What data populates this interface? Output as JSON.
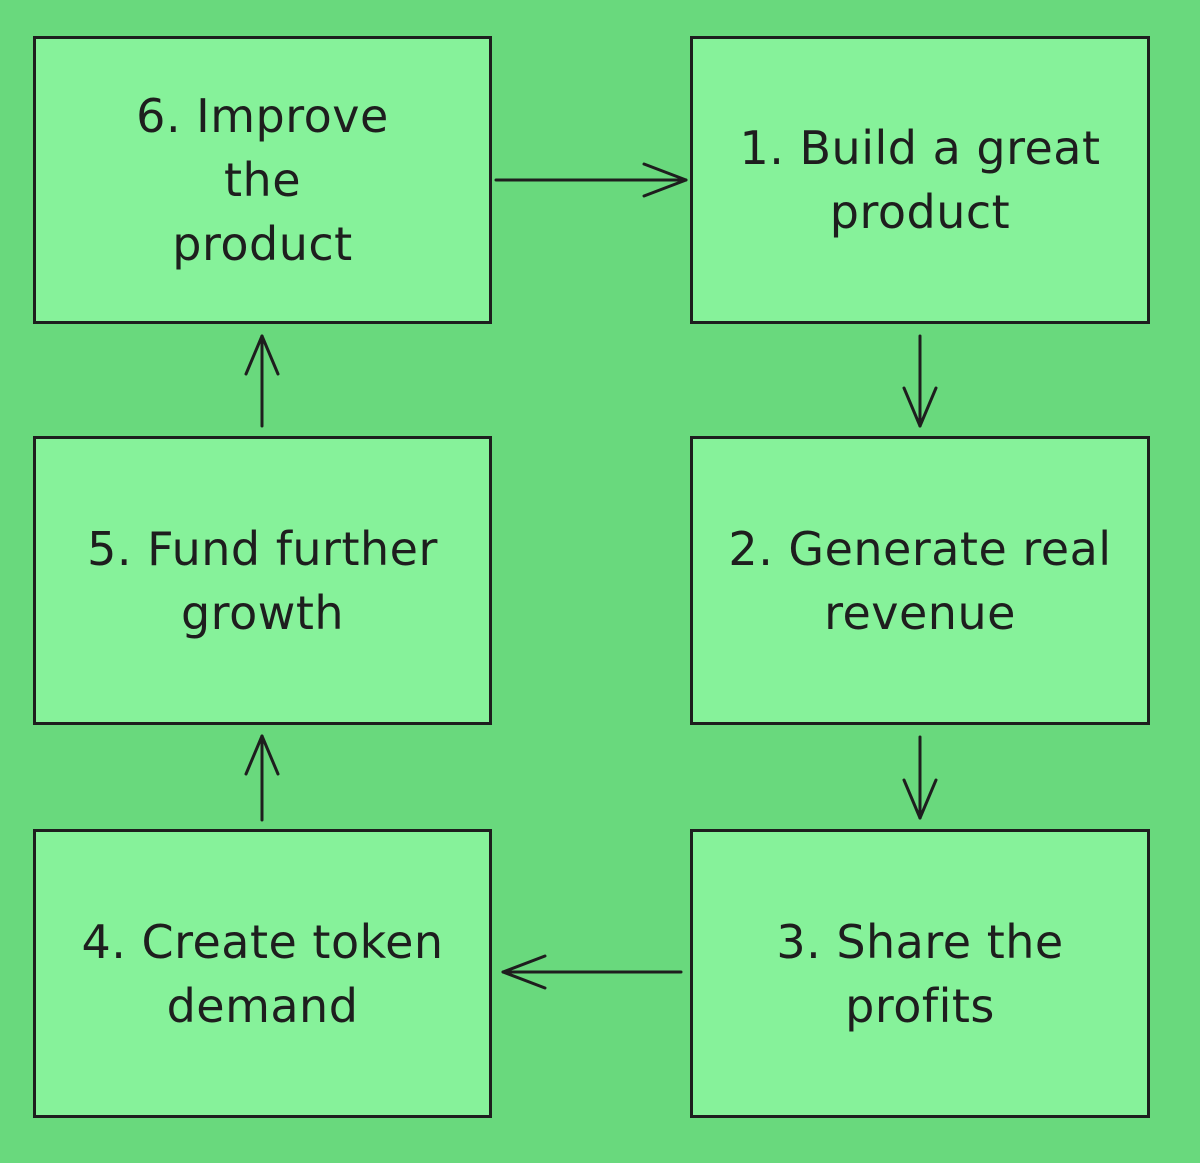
{
  "colors": {
    "background": "#69d97d",
    "box_fill": "#86f29a",
    "stroke": "#1e1e1e"
  },
  "steps": [
    {
      "id": "step-1",
      "label": "1. Build a great\nproduct"
    },
    {
      "id": "step-2",
      "label": "2. Generate real\nrevenue"
    },
    {
      "id": "step-3",
      "label": "3. Share the\nprofits"
    },
    {
      "id": "step-4",
      "label": "4. Create token\ndemand"
    },
    {
      "id": "step-5",
      "label": "5. Fund further\ngrowth"
    },
    {
      "id": "step-6",
      "label": "6. Improve\nthe\nproduct"
    }
  ],
  "edges": [
    {
      "from": "step-6",
      "to": "step-1"
    },
    {
      "from": "step-1",
      "to": "step-2"
    },
    {
      "from": "step-2",
      "to": "step-3"
    },
    {
      "from": "step-3",
      "to": "step-4"
    },
    {
      "from": "step-4",
      "to": "step-5"
    },
    {
      "from": "step-5",
      "to": "step-6"
    }
  ]
}
